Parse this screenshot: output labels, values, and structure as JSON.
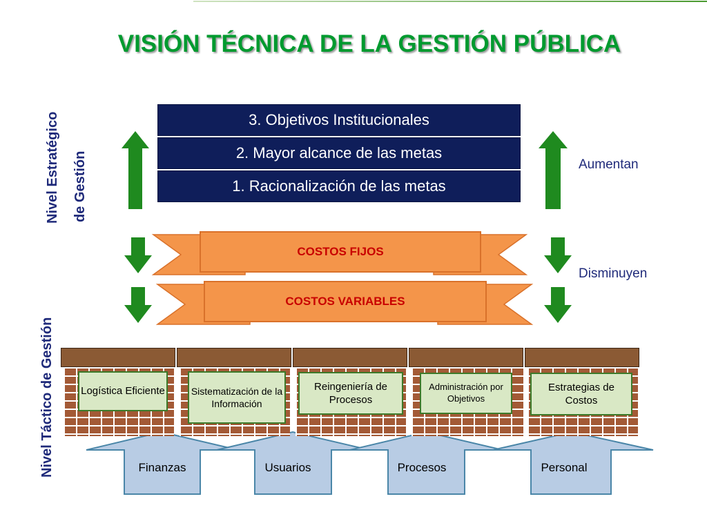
{
  "title": "VISIÓN TÉCNICA DE LA GESTIÓN PÚBLICA",
  "labels": {
    "strategic_line1": "Nivel Estratégico",
    "strategic_line2": "de  Gestión",
    "tactical": "Nivel Táctico de   Gestión"
  },
  "objectives": [
    "3. Objetivos Institucionales",
    "2. Mayor alcance de las metas",
    "1. Racionalización de las metas"
  ],
  "side": {
    "increase": "Aumentan",
    "decrease": "Disminuyen"
  },
  "costs": {
    "fixed": "COSTOS FIJOS",
    "variable": "COSTOS VARIABLES"
  },
  "pillars": [
    "Logística Eficiente",
    "Sistematización de la Información",
    "Reingeniería de Procesos",
    "Administración por Objetivos",
    "Estrategias de Costos"
  ],
  "bases": [
    "Finanzas",
    "Usuarios",
    "Procesos",
    "Personal"
  ],
  "colors": {
    "title": "#009a2f",
    "navy": "#0f1e5a",
    "ribbon": "#f4954a",
    "arrow_green": "#1f8a1f",
    "pillar_fill": "#d9e8c5",
    "brick": "#a35a36",
    "base_arrow": "#b8cce4",
    "cost_text": "#c80000"
  }
}
